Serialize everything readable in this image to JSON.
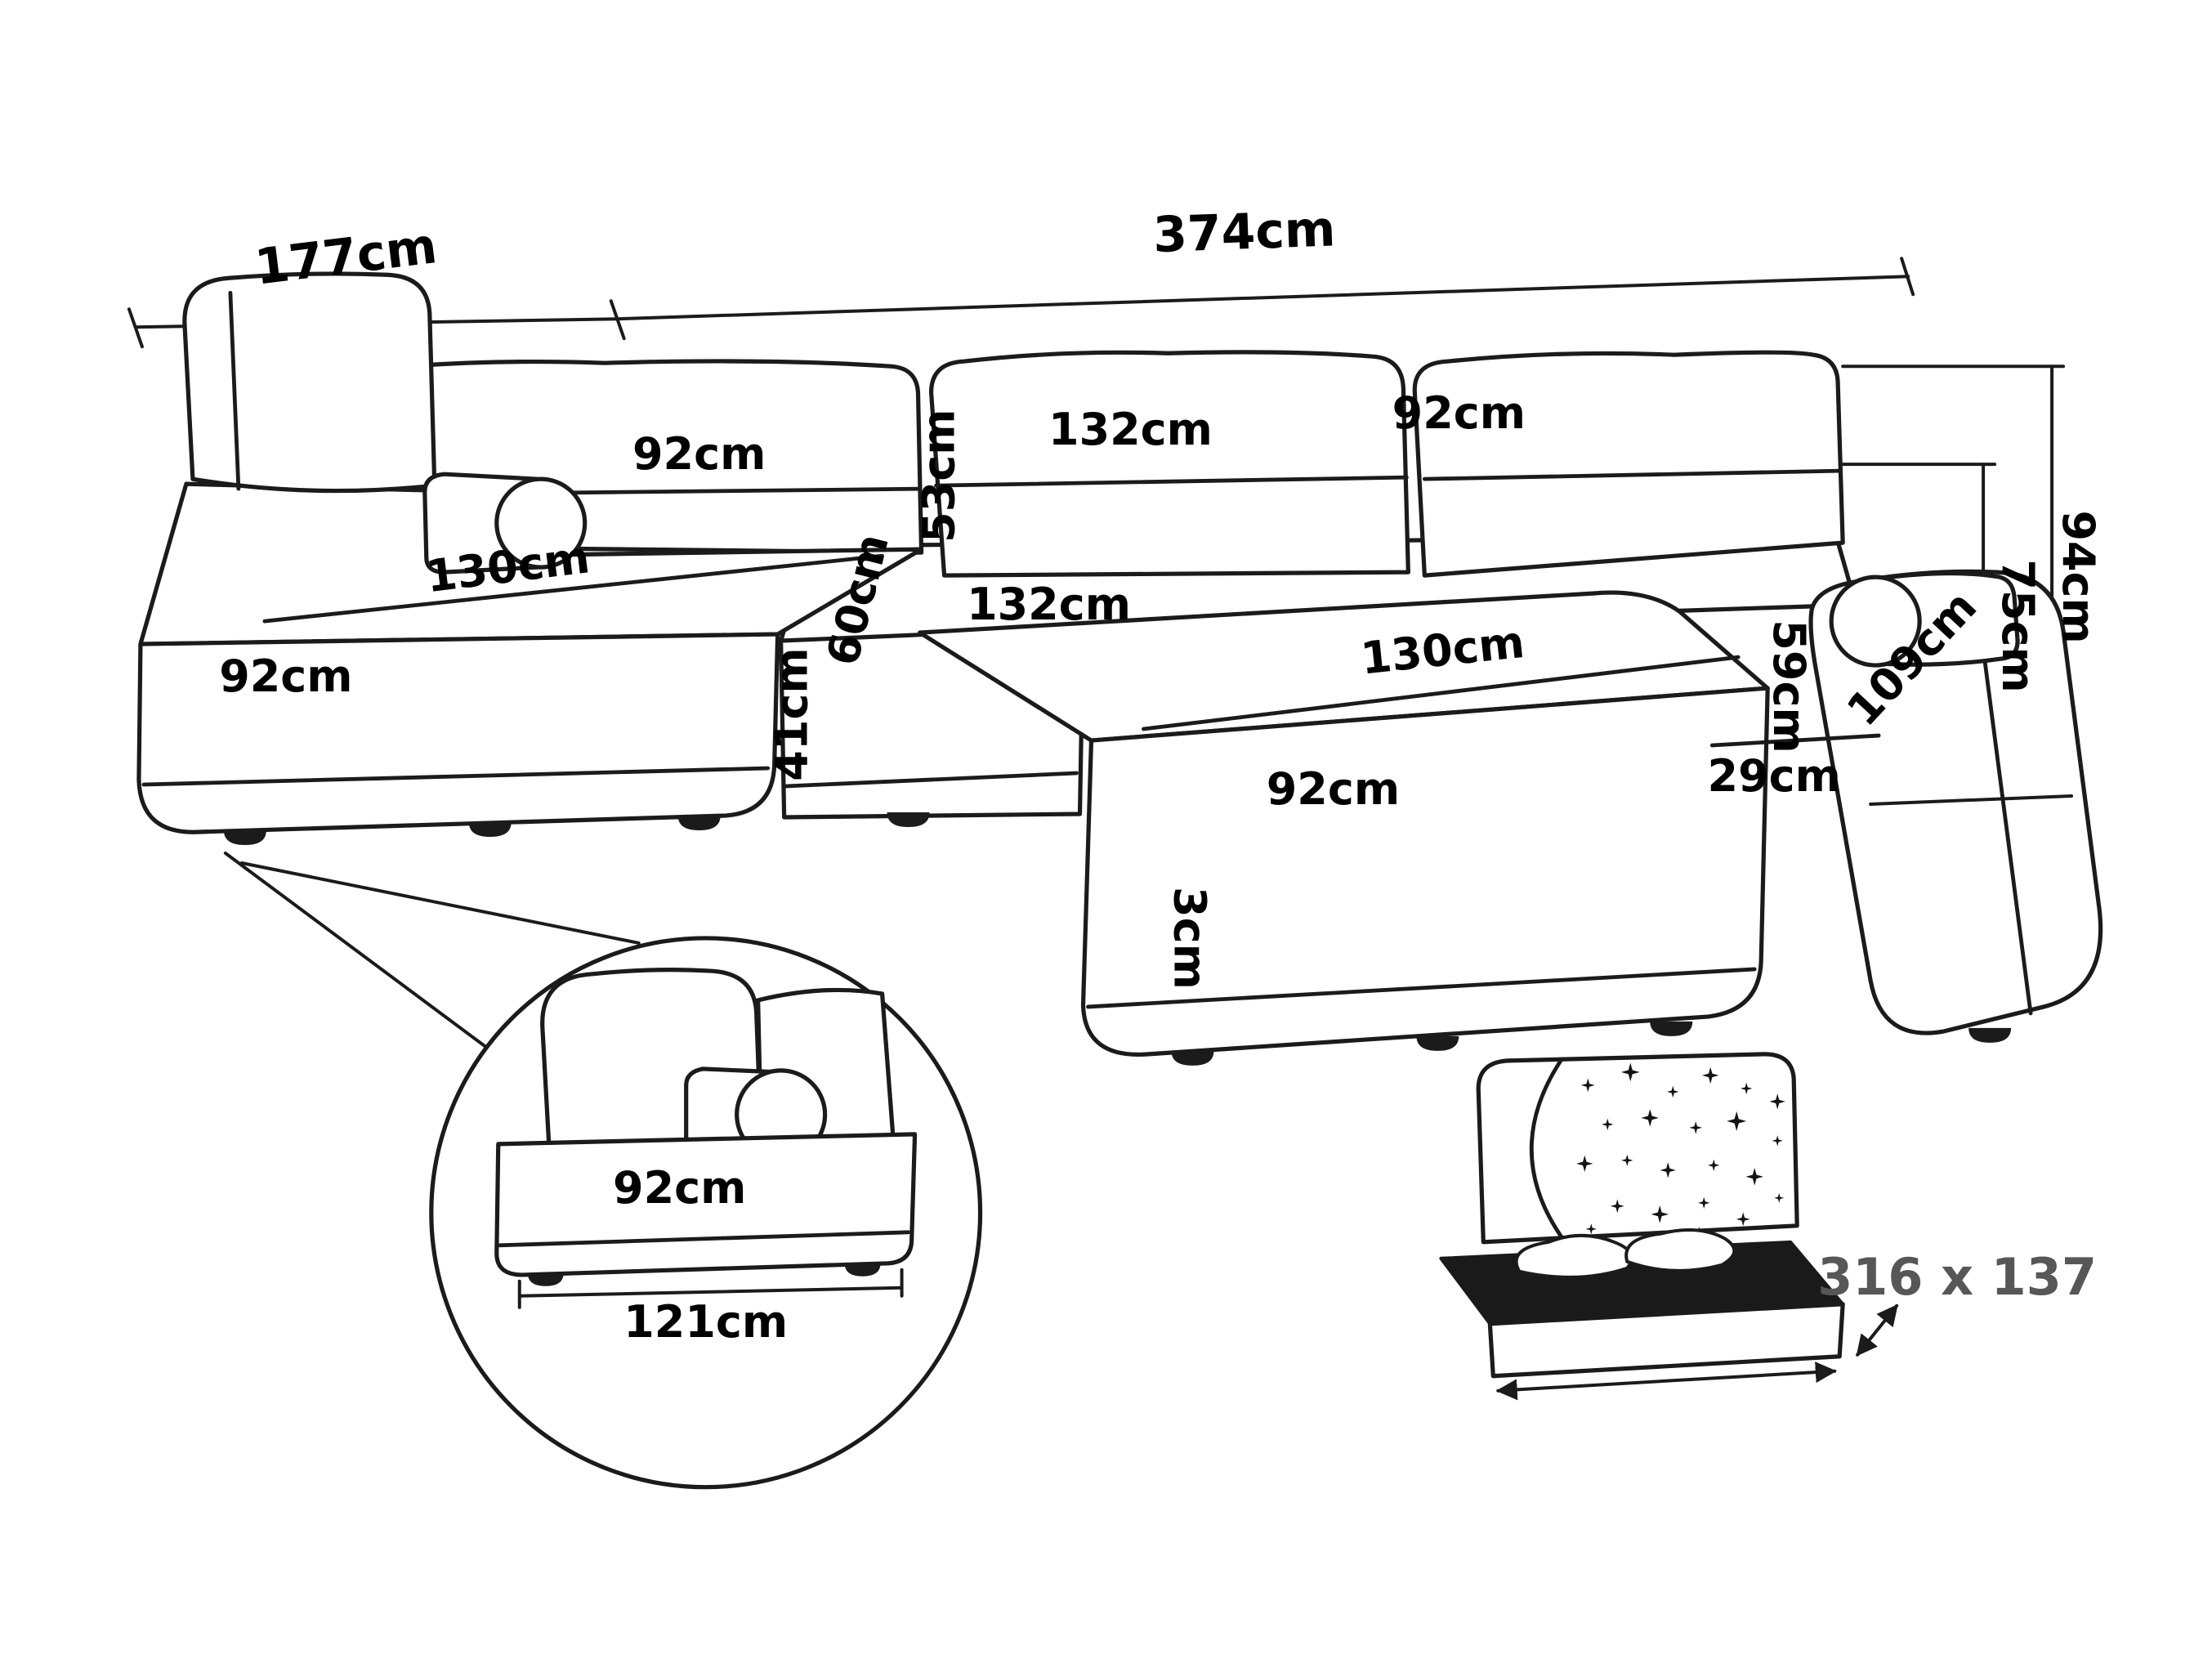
{
  "colors": {
    "line": "#1b1b1b",
    "background": "#ffffff",
    "sleeping_label": "#575757"
  },
  "diagram": {
    "overall": {
      "width": "374cm",
      "depth": "177cm",
      "height": "94cm",
      "backrest_height": "75cm"
    },
    "backrest": {
      "left_width": "92cm",
      "middle_width": "132cm",
      "right_width": "92cm",
      "cushion_height": "53cm"
    },
    "seat": {
      "depth": "60cm",
      "middle_width": "132cm",
      "front_height": "41cm",
      "leg_height": "3cm"
    },
    "left_chaise": {
      "length": "130cm",
      "width": "92cm"
    },
    "right_chaise": {
      "length": "130cm",
      "width": "92cm"
    },
    "armrest": {
      "upper_height": "59cm",
      "lower_height": "29cm",
      "depth": "109cm"
    },
    "detail": {
      "seat_width": "92cm",
      "base_length": "121cm"
    },
    "sleeping_area": {
      "label": "316 x 137"
    }
  },
  "icons": {
    "detail_zoom": "detail-zoom-circle-icon",
    "bed_function": "sofa-bed-function-icon"
  }
}
